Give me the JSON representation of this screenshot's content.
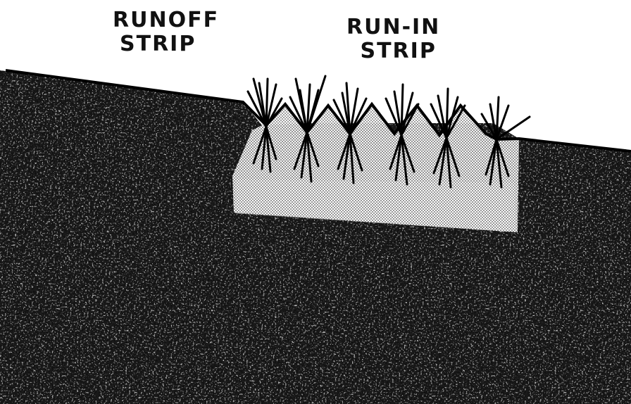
{
  "labels": {
    "runoff": {
      "line1": "RUNOFF",
      "line2": "STRIP"
    },
    "runin": {
      "line1": "RUN-IN",
      "line2": "STRIP"
    }
  },
  "colors": {
    "soil": "#1a1a1a",
    "paper": "#ffffff",
    "runin_fill": "#bdbdbd",
    "outline": "#000000"
  },
  "plants": 6
}
